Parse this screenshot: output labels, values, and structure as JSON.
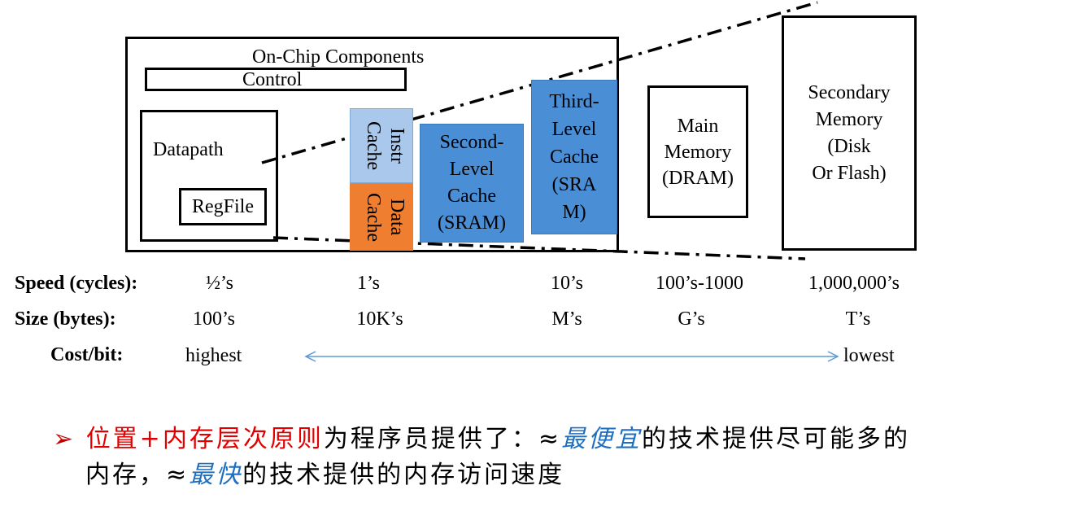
{
  "diagram": {
    "on_chip_title": "On-Chip Components",
    "control": "Control",
    "datapath": "Datapath",
    "regfile": "RegFile",
    "instr_cache": "Instr Cache",
    "data_cache": "Data Cache",
    "l2": [
      "Second-",
      "Level",
      "Cache",
      "(SRAM)"
    ],
    "l3": [
      "Third-",
      "Level",
      "Cache",
      "(SRA",
      "M)"
    ],
    "main_memory": [
      "Main",
      "Memory",
      "(DRAM)"
    ],
    "secondary_memory": [
      "Secondary",
      "Memory",
      "(Disk",
      "Or Flash)"
    ],
    "colors": {
      "blue_cache": "#4a8fd6",
      "instr_cache": "#a9c8ec",
      "data_cache": "#ef7e31",
      "arrow": "#5b9bd5"
    }
  },
  "table": {
    "speed_label": "Speed (cycles):",
    "size_label": "Size (bytes):",
    "cost_label": "Cost/bit:",
    "speed": [
      "½’s",
      "1’s",
      "10’s",
      "100’s-1000",
      "1,000,000’s"
    ],
    "size": [
      "100’s",
      "10K’s",
      "M’s",
      "G’s",
      "T’s"
    ],
    "cost_high": "highest",
    "cost_low": "lowest"
  },
  "note": {
    "bullet": "➢",
    "red": "位置+内存层次原则",
    "t1": "为程序员提供了：≈",
    "em1": "最便宜",
    "t2": "的技术提供尽可能多的",
    "t3": "内存，≈",
    "em2": "最快",
    "t4": "的技术提供的内存访问速度"
  }
}
